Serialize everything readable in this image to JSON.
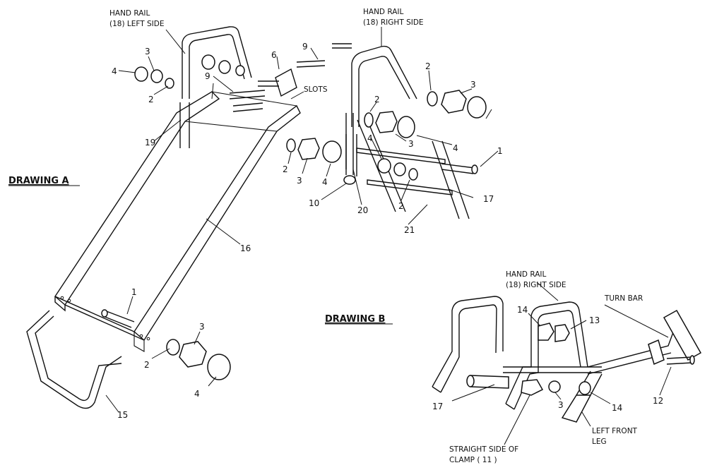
{
  "titles": {
    "drawing_a": "DRAWING  A",
    "drawing_b": "DRAWING  B"
  },
  "callouts_a": {
    "hand_rail_left_1": "HAND RAIL",
    "hand_rail_left_2": "(18) LEFT SIDE",
    "hand_rail_right_1": "HAND RAIL",
    "hand_rail_right_2": "(18) RIGHT SIDE",
    "slots": "SLOTS",
    "n1a": "1",
    "n1b": "1",
    "n2a": "2",
    "n2b": "2",
    "n2c": "2",
    "n2d": "2",
    "n2e": "2",
    "n2f": "2",
    "n3a": "3",
    "n3b": "3",
    "n3c": "3",
    "n3d": "3",
    "n4a": "4",
    "n4b": "4",
    "n4c": "4",
    "n4d": "4",
    "n4e": "4",
    "n6": "6",
    "n9a": "9",
    "n9b": "9",
    "n10": "10",
    "n15": "15",
    "n16": "16",
    "n17": "17",
    "n19": "19",
    "n20": "20",
    "n21": "21"
  },
  "callouts_b": {
    "hand_rail_1": "HAND RAIL",
    "hand_rail_2": "(18) RIGHT SIDE",
    "turn_bar": "TURN BAR",
    "n14a": "14",
    "n14b": "14",
    "n13": "13",
    "n12": "12",
    "n17": "17",
    "n3": "3",
    "left_front_leg_1": "LEFT FRONT",
    "left_front_leg_2": "LEG",
    "clamp_1": "STRAIGHT SIDE OF",
    "clamp_2": "CLAMP ( 11 )"
  }
}
